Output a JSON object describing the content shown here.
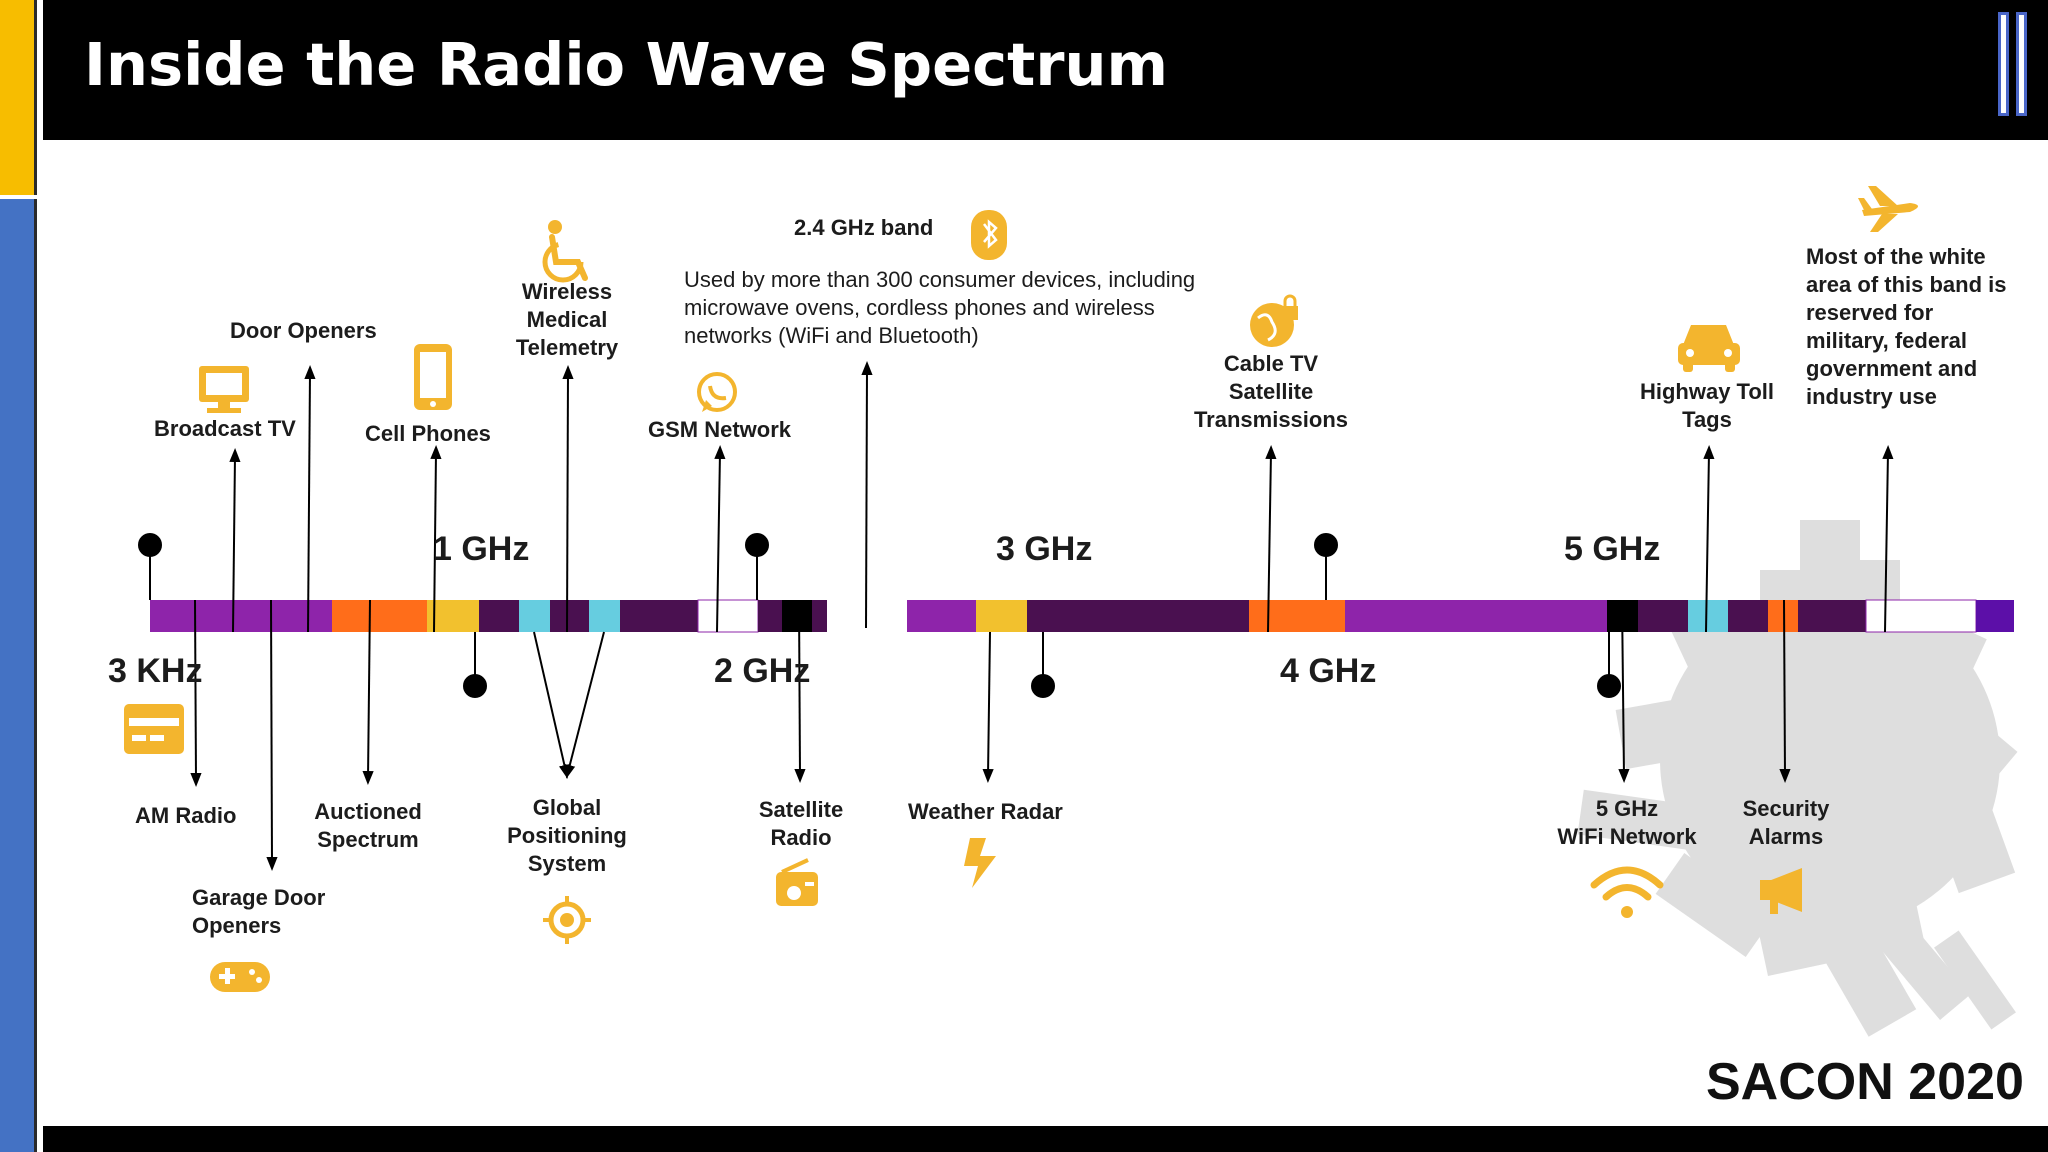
{
  "slide": {
    "title": "Inside the Radio Wave Spectrum",
    "footer_brand": "SACON 2020",
    "accent_color": "#f7bd00",
    "sidebar_color": "#4472c4"
  },
  "frequencies": {
    "f_3khz": "3 KHz",
    "f_1ghz": "1 GHz",
    "f_2ghz": "2 GHz",
    "f_3ghz": "3 GHz",
    "f_4ghz": "4 GHz",
    "f_5ghz": "5 GHz"
  },
  "band_24": {
    "title": "2.4 GHz band",
    "description": "Used by more than 300 consumer devices,  including microwave ovens, cordless phones and wireless networks (WiFi and Bluetooth)"
  },
  "labels": {
    "door_openers": "Door Openers",
    "broadcast_tv": "Broadcast TV",
    "cell_phones": "Cell Phones",
    "wireless_medical": [
      "Wireless",
      "Medical",
      "Telemetry"
    ],
    "gsm_network": "GSM Network",
    "cable_tv": [
      "Cable TV",
      "Satellite",
      "Transmissions"
    ],
    "highway_toll": [
      "Highway Toll",
      "Tags"
    ],
    "military_note": [
      "Most of the white",
      "area of this band is",
      "reserved for",
      "military, federal",
      "government and",
      "industry use"
    ],
    "am_radio": "AM Radio",
    "auctioned": [
      "Auctioned",
      "Spectrum"
    ],
    "garage_door": [
      "Garage Door",
      "Openers"
    ],
    "gps": [
      "Global",
      "Positioning",
      "System"
    ],
    "satellite_radio": [
      "Satellite",
      "Radio"
    ],
    "weather_radar": "Weather Radar",
    "wifi_5ghz": [
      "5 GHz",
      "WiFi Network"
    ],
    "security_alarms": [
      "Security",
      "Alarms"
    ]
  },
  "icons": {
    "top": [
      "tv-monitor-icon",
      "smartphone-icon",
      "wheelchair-icon",
      "whatsapp-icon",
      "bluetooth-icon",
      "globe-lock-icon",
      "car-icon",
      "airplane-icon"
    ],
    "bottom": [
      "payment-card-icon",
      "gamepad-icon",
      "gps-target-icon",
      "radio-icon",
      "lightning-icon",
      "wifi-icon",
      "megaphone-icon"
    ]
  },
  "colors": {
    "purple": "#8e24aa",
    "dark_purple": "#4a1050",
    "orange": "#ff6d1a",
    "yellow": "#f2c12e",
    "cyan": "#66cde0",
    "black": "#000000",
    "white": "#ffffff",
    "violet": "#5c0fa8",
    "icon": "#f3b52e"
  }
}
